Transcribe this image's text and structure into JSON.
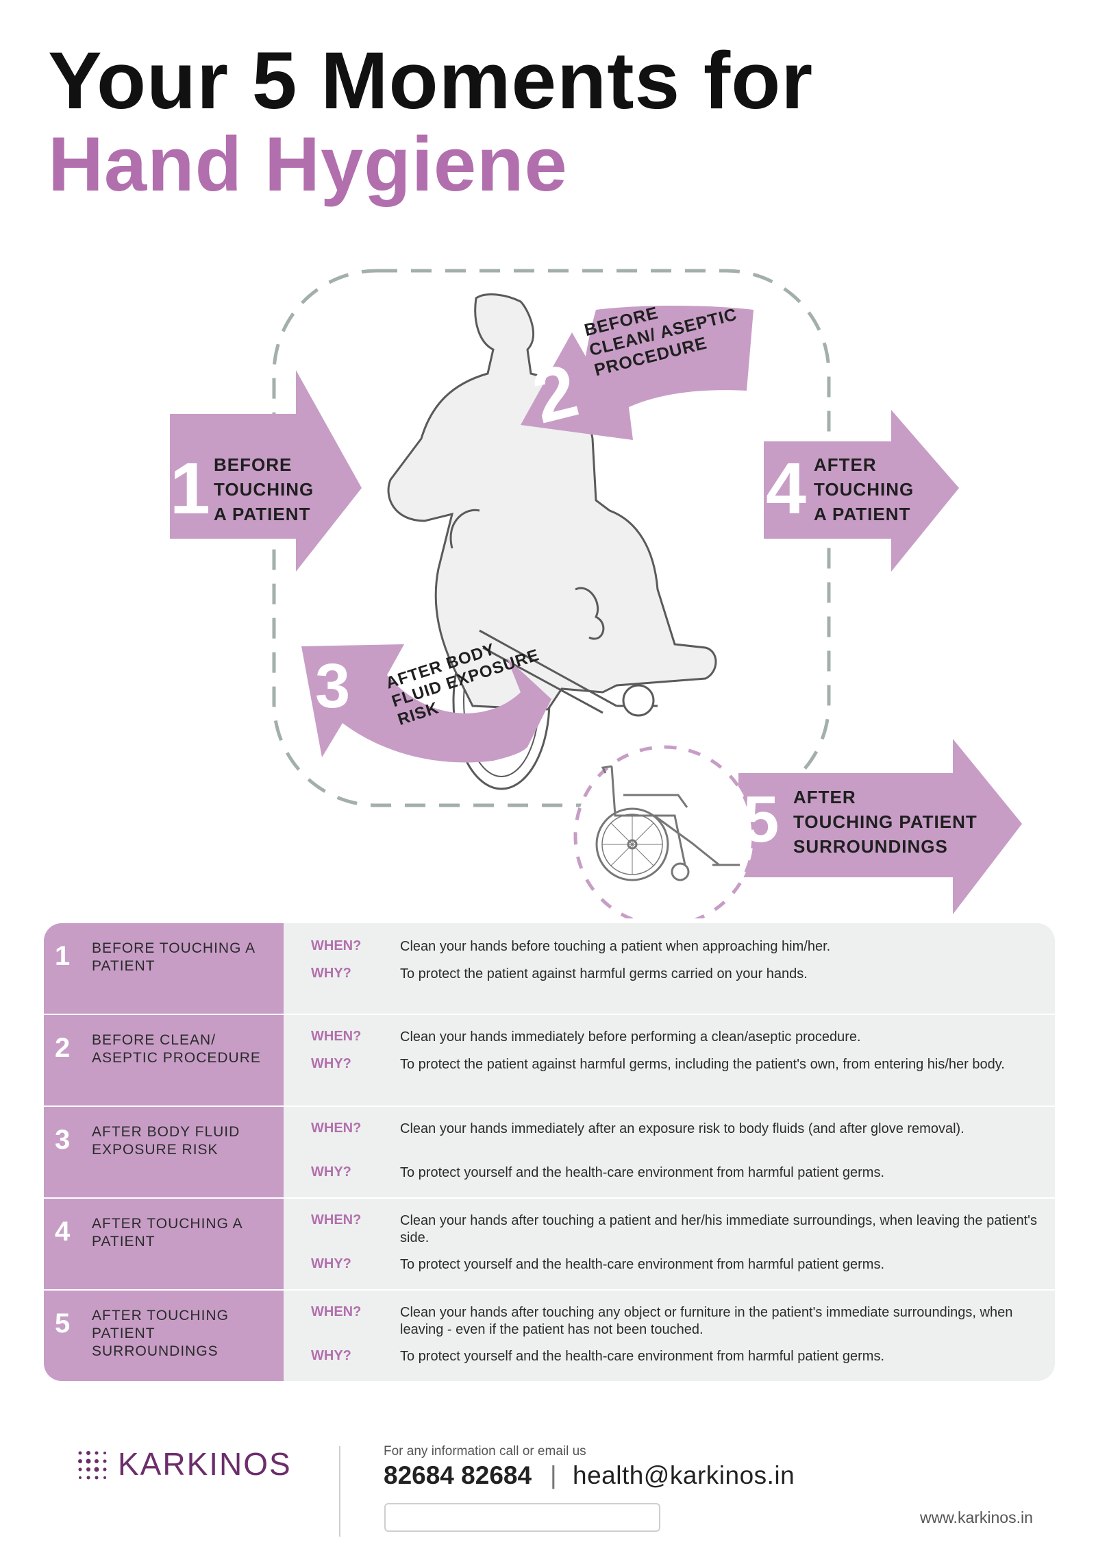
{
  "title": {
    "line1": "Your 5 Moments for",
    "line2": "Hand Hygiene"
  },
  "colors": {
    "accent": "#b26fad",
    "arrow_fill": "#c79dc6",
    "dash": "#a3afab",
    "silhouette": "#eff0ef",
    "table_bg": "#eef0ef"
  },
  "icons": [
    "person-in-wheelchair-icon",
    "wheelchair-icon"
  ],
  "moments_graphic": [
    {
      "num": "1",
      "lines": [
        "BEFORE",
        "TOUCHING",
        "A PATIENT"
      ]
    },
    {
      "num": "2",
      "lines": [
        "BEFORE",
        "CLEAN/ ASEPTIC",
        "PROCEDURE"
      ]
    },
    {
      "num": "3",
      "lines": [
        "AFTER BODY",
        "FLUID EXPOSURE",
        "RISK"
      ]
    },
    {
      "num": "4",
      "lines": [
        "AFTER",
        "TOUCHING",
        "A PATIENT"
      ]
    },
    {
      "num": "5",
      "lines": [
        "AFTER",
        "TOUCHING PATIENT",
        "SURROUNDINGS"
      ]
    }
  ],
  "table": {
    "when_label": "WHEN?",
    "why_label": "WHY?",
    "rows": [
      {
        "num": "1",
        "title": "Before touching a patient",
        "when": "Clean your hands before touching a patient when approaching him/her.",
        "why": "To protect the patient against harmful germs carried on your hands."
      },
      {
        "num": "2",
        "title": "Before clean/ aseptic procedure",
        "when": "Clean your hands immediately before performing a clean/aseptic procedure.",
        "why": "To protect the patient against harmful germs, including the patient's own, from entering his/her body."
      },
      {
        "num": "3",
        "title": "After body fluid exposure risk",
        "when": "Clean your hands immediately after an exposure risk to body fluids (and after glove removal).",
        "why": "To protect yourself and the health-care environment from harmful patient germs."
      },
      {
        "num": "4",
        "title": "After touching a patient",
        "when": "Clean your hands after touching a patient and her/his immediate surroundings, when leaving the patient's side.",
        "why": "To protect yourself and the health-care environment from harmful patient germs."
      },
      {
        "num": "5",
        "title": "After touching patient surroundings",
        "when": "Clean your hands after touching any object or furniture in the patient's immediate surroundings, when leaving - even if the patient has not been touched.",
        "why": "To protect yourself and the health-care environment from harmful patient germs."
      }
    ]
  },
  "footer": {
    "logo": "KARKINOS",
    "contact_note": "For any information call or email us",
    "phone": "82684 82684",
    "separator": "|",
    "email": "health@karkinos.in",
    "website": "www.karkinos.in"
  }
}
